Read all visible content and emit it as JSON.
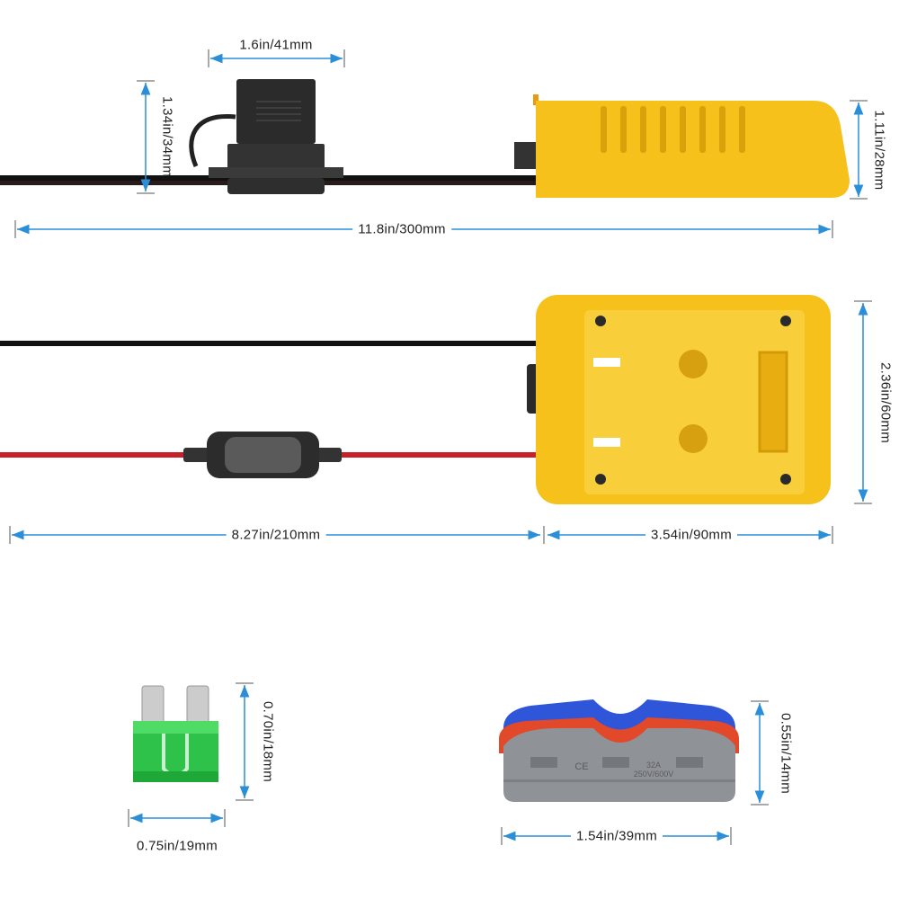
{
  "dimensions": {
    "fuse_holder_width": "1.6in/41mm",
    "fuse_holder_height": "1.34in/34mm",
    "adapter_height": "1.11in/28mm",
    "total_length": "11.8in/300mm",
    "adapter_width": "2.36in/60mm",
    "cable_length": "8.27in/210mm",
    "adapter_length": "3.54in/90mm",
    "fuse_height": "0.70in/18mm",
    "fuse_width": "0.75in/19mm",
    "connector_height": "0.55in/14mm",
    "connector_width": "1.54in/39mm"
  },
  "connector_markings": {
    "ce": "CE",
    "current": "32A",
    "voltage": "250V/600V"
  },
  "colors": {
    "dimension_line": "#2a8fd8",
    "adapter_yellow": "#f5c11a",
    "fuse_green": "#2fc24a",
    "wire_red": "#c8202a",
    "connector_gray": "#8f9296"
  }
}
